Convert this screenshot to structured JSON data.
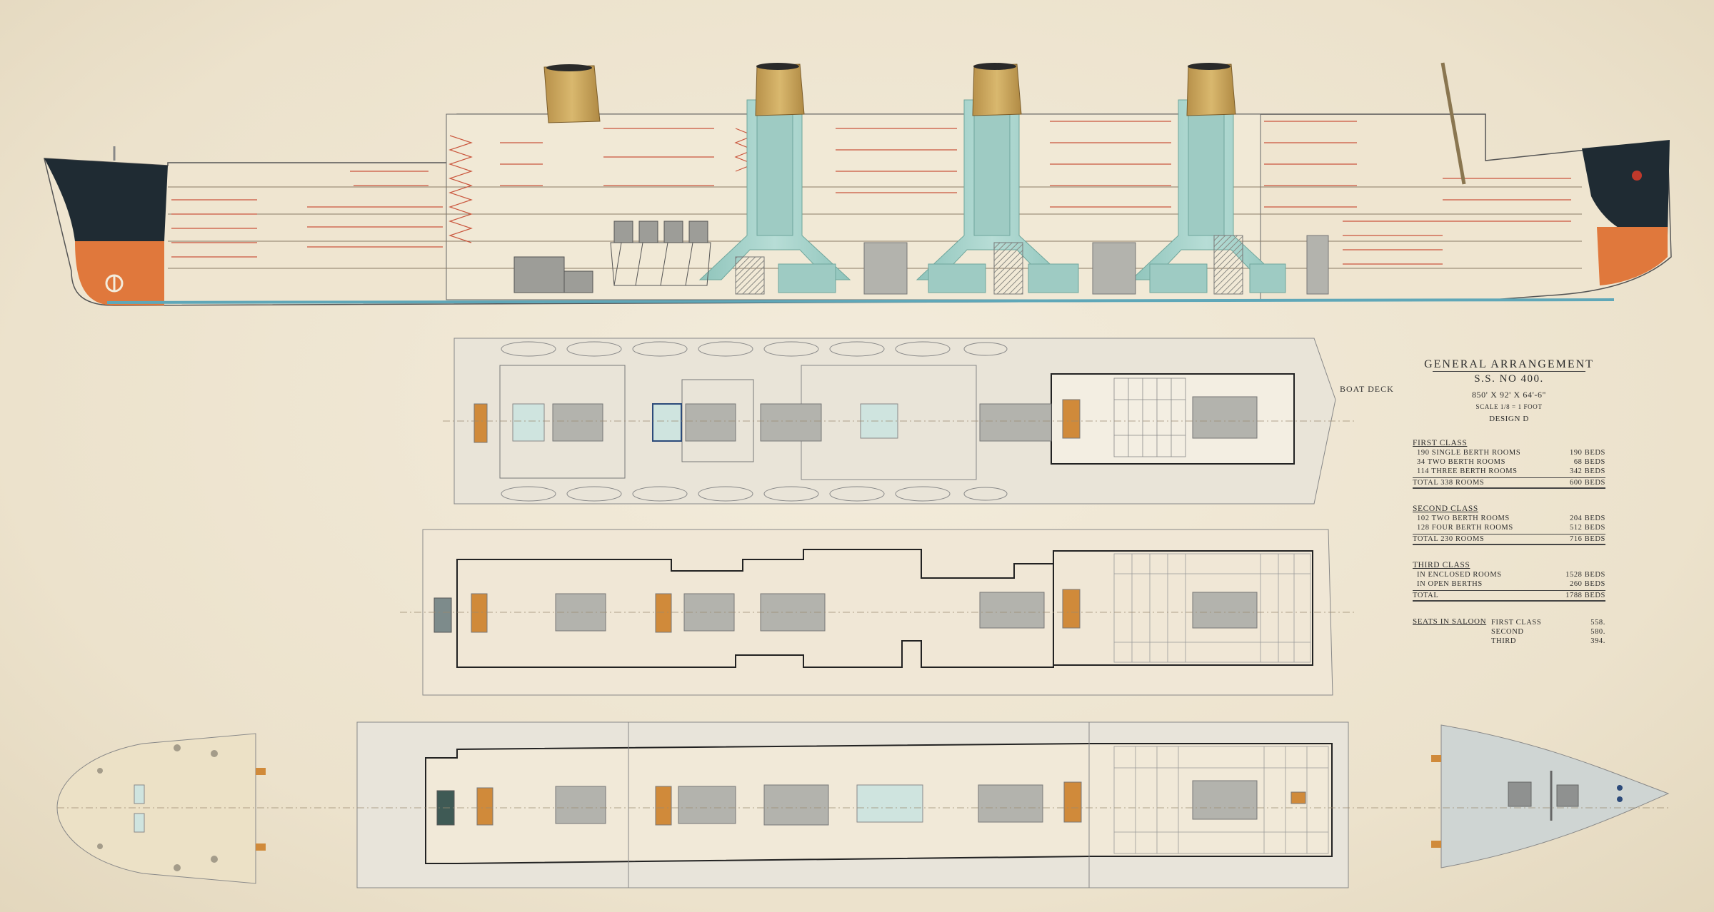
{
  "labels": {
    "boat_deck": "Boat Deck"
  },
  "legend": {
    "title": "General Arrangement",
    "ship": "S.S. No 400.",
    "dimensions": "850' x 92' x 64'-6\"",
    "scale": "Scale 1/8 = 1 foot",
    "design": "Design D",
    "first_class": {
      "heading": "First Class",
      "rows": [
        {
          "label": "190 Single Berth Rooms",
          "value": "190 Beds"
        },
        {
          "label": "34 Two Berth Rooms",
          "value": "68 Beds"
        },
        {
          "label": "114 Three Berth Rooms",
          "value": "342 Beds"
        }
      ],
      "total_label": "Total 338 Rooms",
      "total_value": "600 Beds"
    },
    "second_class": {
      "heading": "Second Class",
      "rows": [
        {
          "label": "102 Two Berth Rooms",
          "value": "204 Beds"
        },
        {
          "label": "128 Four Berth Rooms",
          "value": "512 Beds"
        }
      ],
      "total_label": "Total 230 Rooms",
      "total_value": "716 Beds"
    },
    "third_class": {
      "heading": "Third Class",
      "rows": [
        {
          "label": "In Enclosed Rooms",
          "value": "1528 Beds"
        },
        {
          "label": "In Open Berths",
          "value": "260 Beds"
        }
      ],
      "total_label": "Total",
      "total_value": "1788 Beds"
    },
    "seats": {
      "heading": "Seats in Saloon",
      "rows": [
        {
          "label": "First Class",
          "value": "558."
        },
        {
          "label": "Second",
          "value": "580."
        },
        {
          "label": "Third",
          "value": "394."
        }
      ]
    }
  },
  "colors": {
    "paper": "#efe7d5",
    "hull_black": "#1f2b33",
    "hull_red": "#e0783c",
    "funnel_buff": "#c9a85c",
    "uptake_teal": "#a9d3cc",
    "boiler_grey": "#b3b3ad",
    "room_red": "#c9553c",
    "woodwork": "#d08a3a"
  }
}
